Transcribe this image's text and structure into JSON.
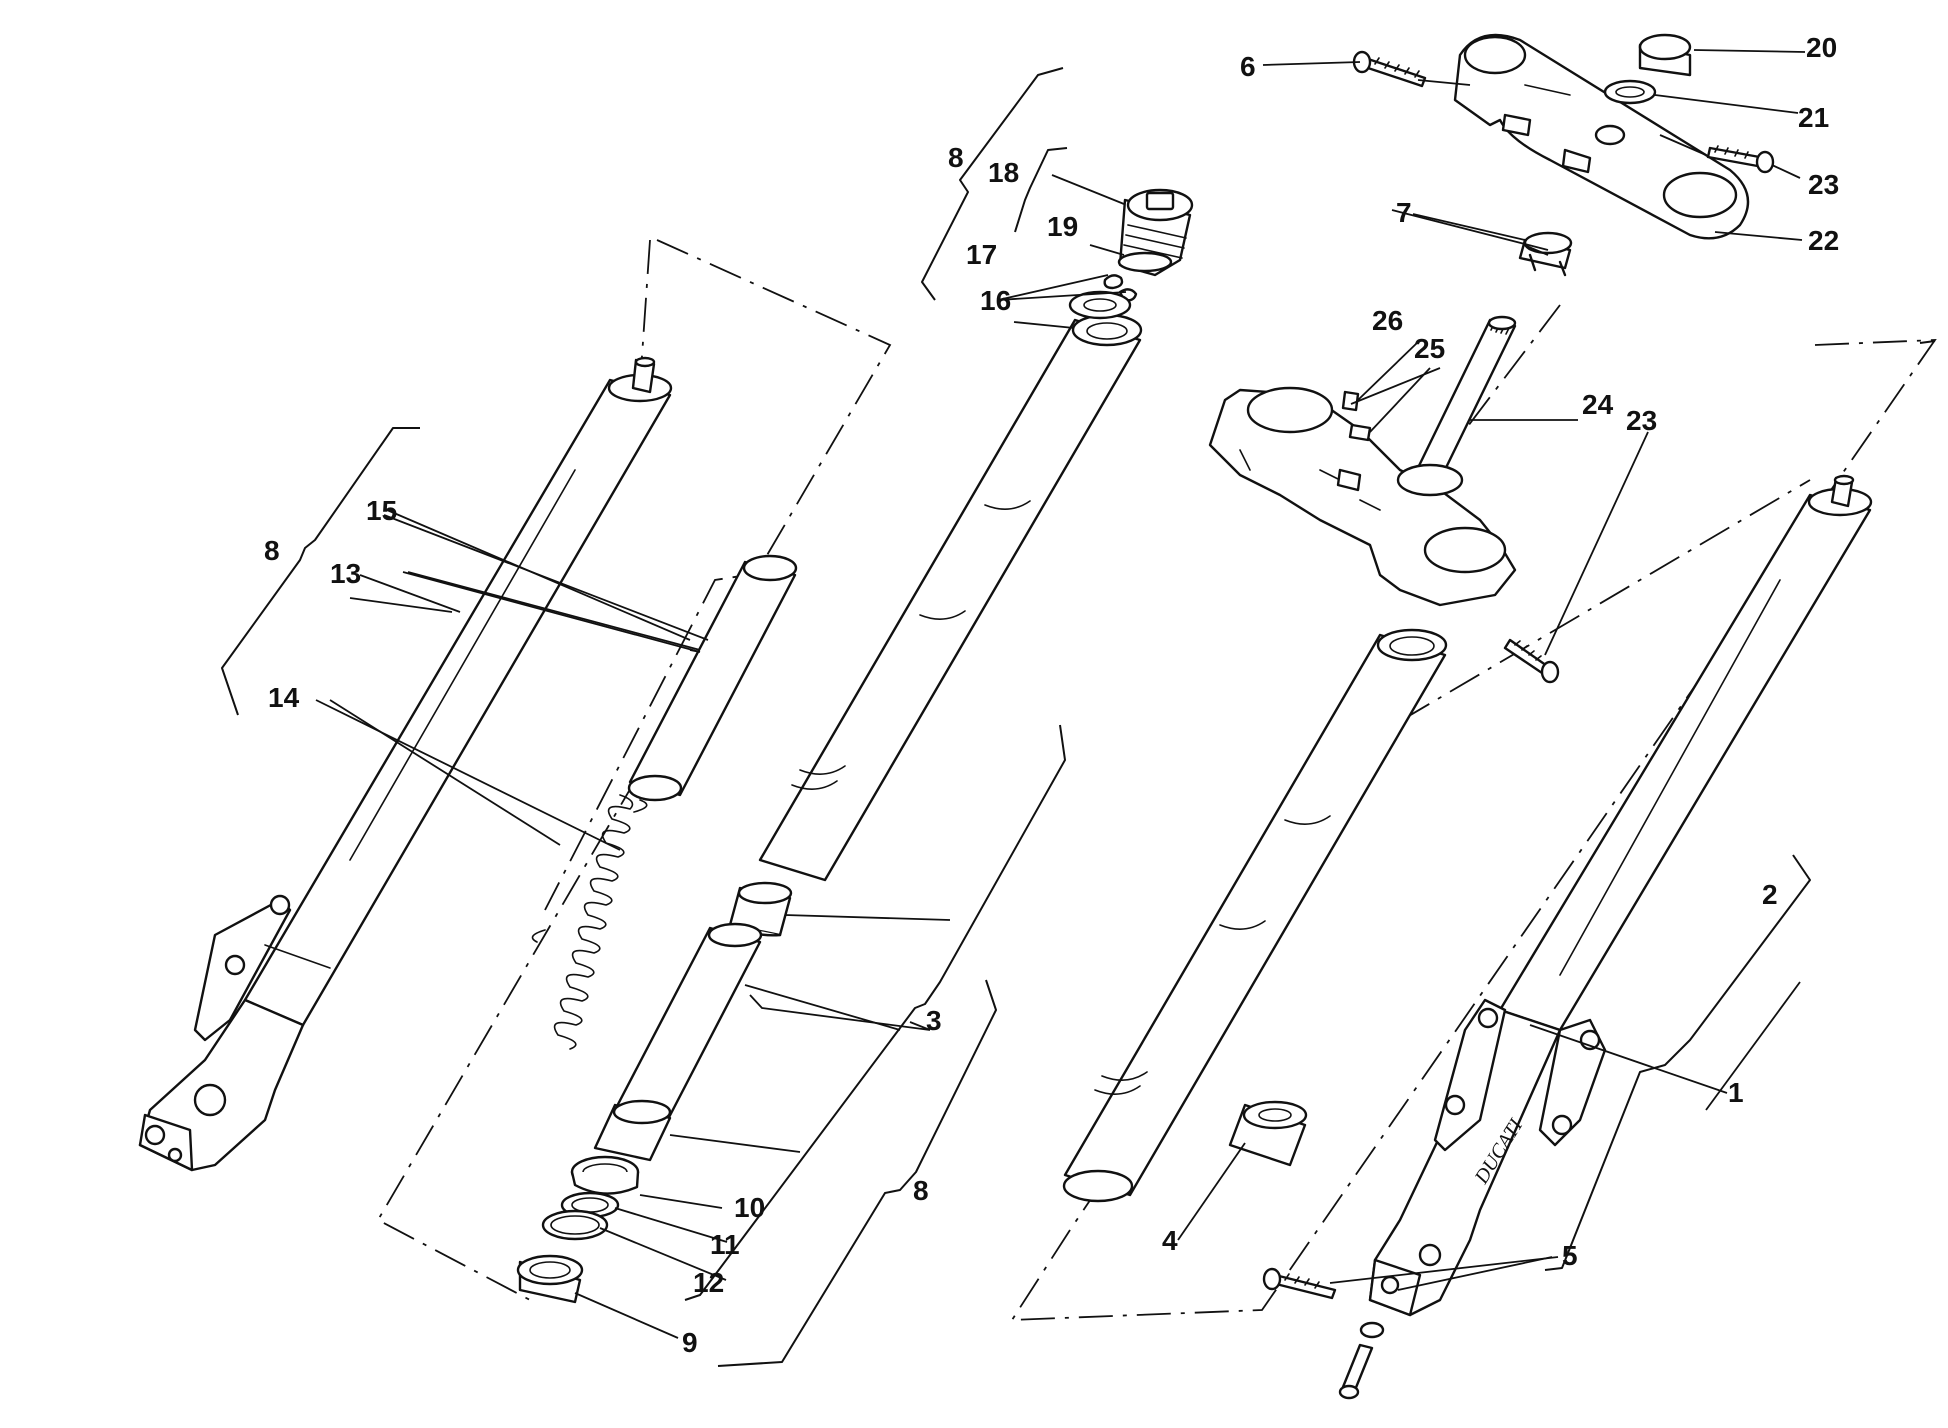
{
  "diagram": {
    "callouts": [
      {
        "id": "c1",
        "text": "1"
      },
      {
        "id": "c2",
        "text": "2"
      },
      {
        "id": "c3",
        "text": "3"
      },
      {
        "id": "c4",
        "text": "4"
      },
      {
        "id": "c5",
        "text": "5"
      },
      {
        "id": "c6",
        "text": "6"
      },
      {
        "id": "c7",
        "text": "7"
      },
      {
        "id": "c8a",
        "text": "8"
      },
      {
        "id": "c8b",
        "text": "8"
      },
      {
        "id": "c8c",
        "text": "8"
      },
      {
        "id": "c9",
        "text": "9"
      },
      {
        "id": "c10",
        "text": "10"
      },
      {
        "id": "c11",
        "text": "11"
      },
      {
        "id": "c12",
        "text": "12"
      },
      {
        "id": "c13",
        "text": "13"
      },
      {
        "id": "c14",
        "text": "14"
      },
      {
        "id": "c15",
        "text": "15"
      },
      {
        "id": "c16",
        "text": "16"
      },
      {
        "id": "c17",
        "text": "17"
      },
      {
        "id": "c18",
        "text": "18"
      },
      {
        "id": "c19",
        "text": "19"
      },
      {
        "id": "c20",
        "text": "20"
      },
      {
        "id": "c21",
        "text": "21"
      },
      {
        "id": "c22",
        "text": "22"
      },
      {
        "id": "c23a",
        "text": "23"
      },
      {
        "id": "c23b",
        "text": "23"
      },
      {
        "id": "c24",
        "text": "24"
      },
      {
        "id": "c25",
        "text": "25"
      },
      {
        "id": "c26",
        "text": "26"
      }
    ],
    "slider_brand": "DUCATI"
  }
}
